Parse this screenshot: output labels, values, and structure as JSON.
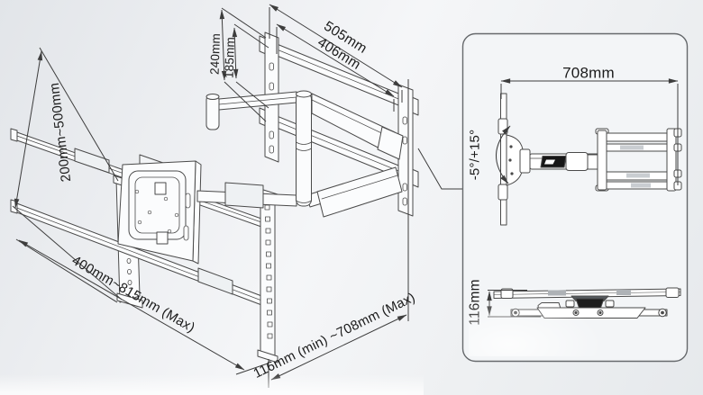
{
  "title": "Articulating TV wall mount dimension drawing",
  "iso": {
    "height_range": "200mm~500mm",
    "wallplate_height": "240mm",
    "wallplate_hole_height": "185mm",
    "wallplate_width": "505mm",
    "wallplate_hole_width": "406mm",
    "crossbar_range": "400mm~815mm (Max)",
    "extension_range": "116mm (min) ~708mm (Max)"
  },
  "panel": {
    "side_view": {
      "arm_reach": "708mm",
      "tilt_range": "-5°/+15°"
    },
    "top_view": {
      "folded_depth": "116mm"
    }
  },
  "colors": {
    "line": "#4a4a4a",
    "dimension_line": "#3d3d3d",
    "text": "#1b1b1b",
    "background_light": "#f5f6f8",
    "background_dark": "#e2e5e9",
    "panel_fill": "#f3f5f7",
    "panel_border": "#66696c",
    "dark_label": "#161616"
  }
}
